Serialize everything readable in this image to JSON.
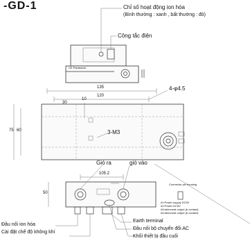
{
  "header_fragment": "-GD-1",
  "callouts": {
    "ion_indicator_line1": "Chỉ số hoạt động ion hóa",
    "ion_indicator_line2": "(Bình thường : xanh , bất thường : đỏ)",
    "power_switch": "Công tắc điện",
    "hole_spec": "4-φ4.5",
    "thread_spec": "3-M3",
    "air_outlet": "Gió ra",
    "air_inlet": "gió vào",
    "ion_connector": "Đầu nối ion hóa",
    "airflow_setting": "Cài đặt chế độ không khí",
    "earth_terminal": "Earth terminal",
    "ac_adapter": "Đầu nối bộ chuyển đổi AC",
    "terminal_block": "Khối thiết bị đầu cuối"
  },
  "dimensions": {
    "d135": "135",
    "d120": "120",
    "d30": "30",
    "d10": "10",
    "d75": "75",
    "d60": "60",
    "d105": "105.2",
    "d50": "50"
  },
  "front_panel_text": "CE Panasonic",
  "connector": {
    "title": "Connector pin housing",
    "pins": [
      "#1:Power supply DC5V",
      "#2:Power DC5V",
      "#3:abnormal output (b contact)",
      "#4:abnormal output (b contact)"
    ]
  }
}
